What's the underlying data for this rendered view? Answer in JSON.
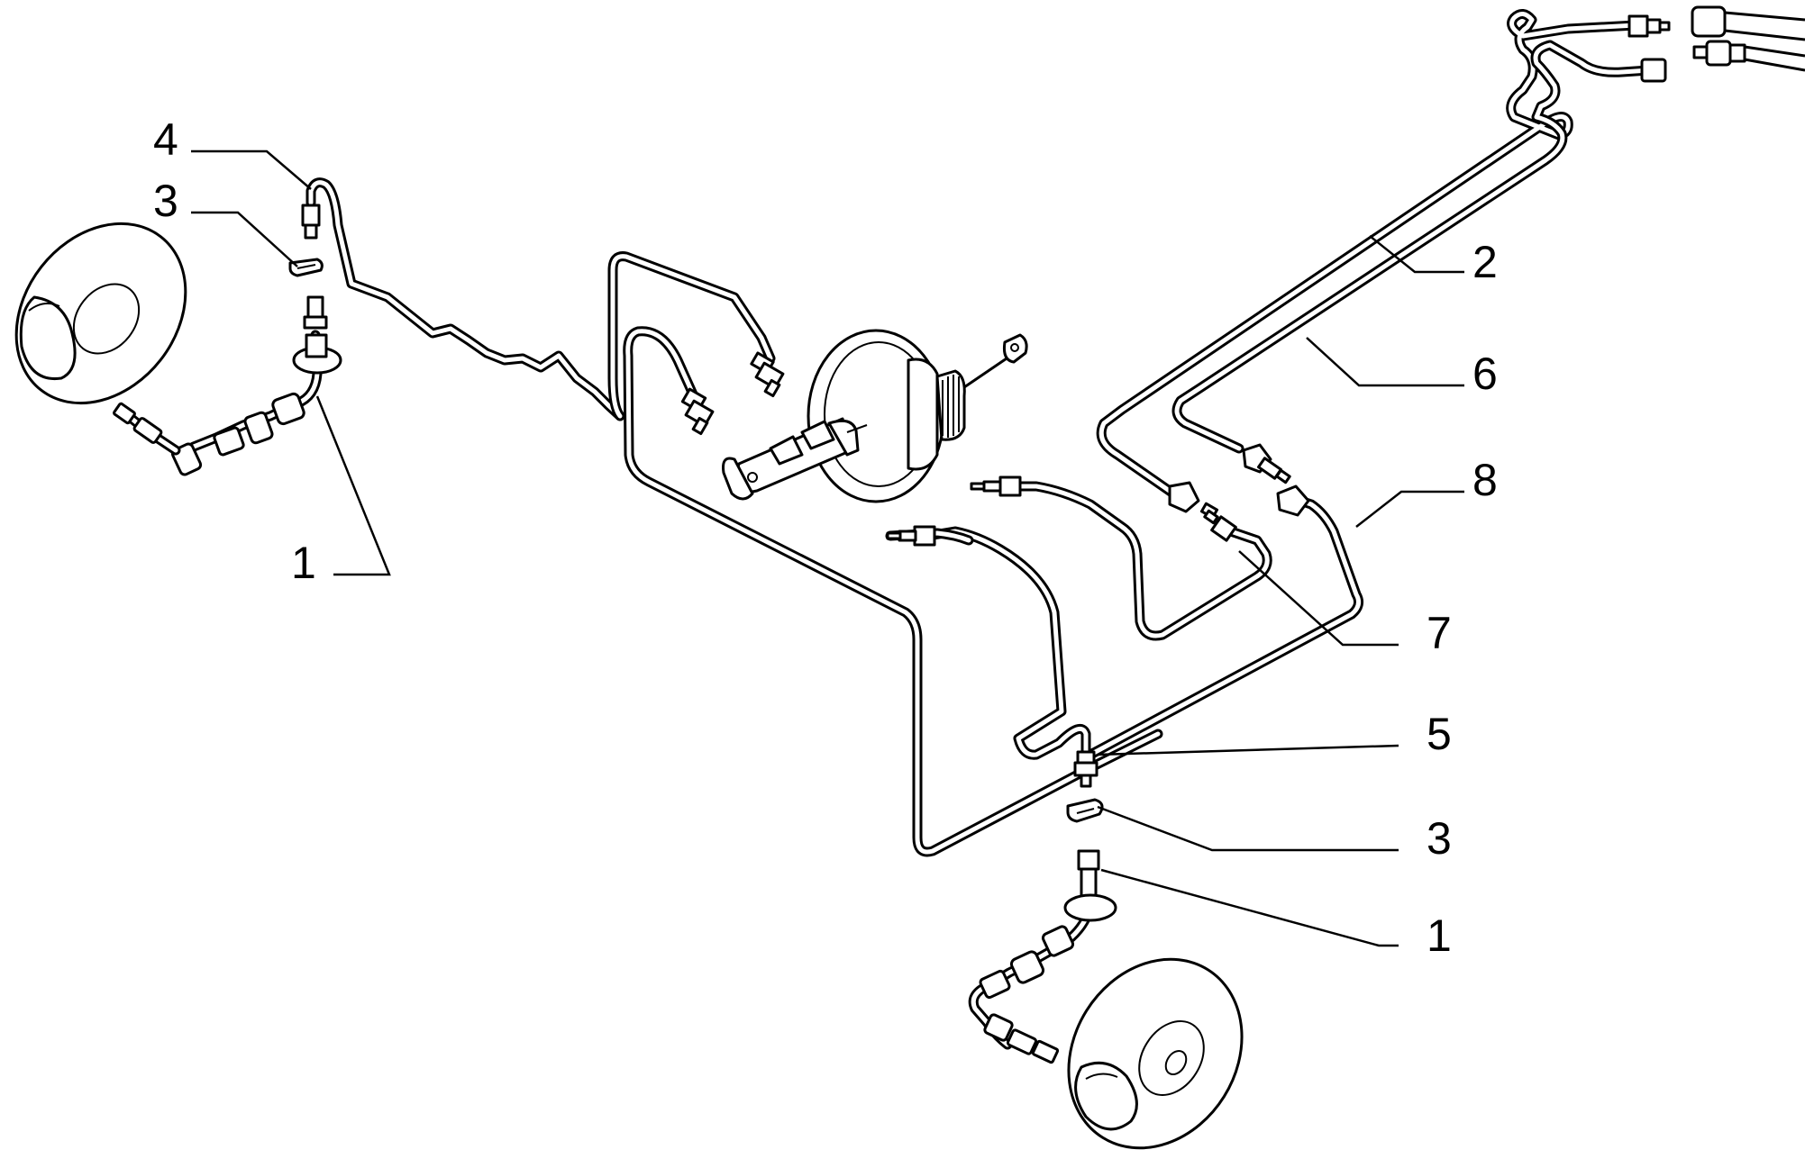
{
  "colors": {
    "ink": "#000000",
    "paper": "#ffffff"
  },
  "callouts": [
    {
      "id": "c4",
      "label": "4"
    },
    {
      "id": "c3a",
      "label": "3"
    },
    {
      "id": "c1a",
      "label": "1"
    },
    {
      "id": "c2",
      "label": "2"
    },
    {
      "id": "c6",
      "label": "6"
    },
    {
      "id": "c8",
      "label": "8"
    },
    {
      "id": "c7",
      "label": "7"
    },
    {
      "id": "c5",
      "label": "5"
    },
    {
      "id": "c3b",
      "label": "3"
    },
    {
      "id": "c1b",
      "label": "1"
    }
  ]
}
